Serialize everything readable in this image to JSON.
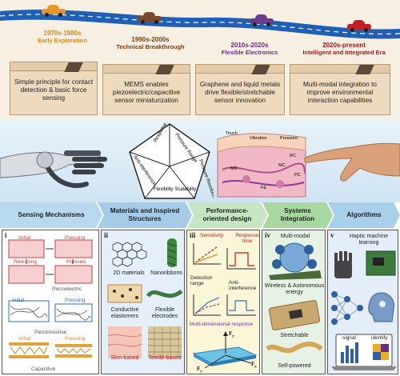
{
  "timeline": {
    "eras": [
      {
        "years": "1970s-1980s",
        "label": "Early Exploration",
        "color": "#d98a1a"
      },
      {
        "years": "1990s-2000s",
        "label": "Technical Breakthrough",
        "color": "#7a3e0a"
      },
      {
        "years": "2010s-2020s",
        "label": "Flexible Electronics",
        "color": "#6a2c8a"
      },
      {
        "years": "2020s-present",
        "label": "Intelligent and Integrated Era",
        "color": "#b0161a"
      }
    ],
    "boxes": [
      "Simple principle for contact detection & basic force sensing",
      "MEMS enables piezoelectric/capacitive sensor miniaturization",
      "Graphene and liquid metals drive flexible/stretchable sensor innovation",
      "Multi-modal integration to improve environmental interaction capabilities"
    ]
  },
  "pentagon": {
    "labels": [
      "Response Speed",
      "Pressure Range",
      "Pressure Resolution",
      "Flexibility Scalability",
      "Anti-interference"
    ]
  },
  "skin": {
    "labels": [
      "Touch",
      "Vibration",
      "Pressure",
      "MD",
      "RC",
      "MC",
      "PC",
      "FE"
    ]
  },
  "categories": [
    {
      "label": "Sensing Mechanisms",
      "color": "#b9d9ef"
    },
    {
      "label": "Materials and Inspired Structures",
      "color": "#a6cbe7"
    },
    {
      "label": "Performance-oriented design",
      "color": "#c5e6c0"
    },
    {
      "label": "Systems Integration",
      "color": "#a8d8a0"
    },
    {
      "label": "Algorithms",
      "color": "#a9d0ea"
    }
  ],
  "panels": {
    "i": {
      "numeral": "i",
      "initial_1": "Initial",
      "pressing_1": "Pressing",
      "releasing": "Releasing",
      "pressed": "Pressed",
      "caption_1": "Piezoelectric",
      "initial_2": "Initial",
      "pressing_2": "Pressing",
      "caption_2": "Piezoresistive",
      "initial_3": "Initial",
      "pressing_3": "Pressing",
      "caption_3": "Capacitive"
    },
    "ii": {
      "numeral": "ii",
      "labels": [
        "2D materials",
        "Nanoribbons",
        "Conductive elastomers",
        "Flexible electrodes",
        "Skin-based",
        "Textile-based"
      ]
    },
    "iii": {
      "numeral": "iii",
      "labels": [
        "Sensitivity",
        "Response time",
        "Detection range",
        "Anti-interference",
        "Multi-dimensional response"
      ],
      "fz": "F",
      "fz_sub": "z",
      "fx": "F",
      "fx_sub": "x",
      "fy": "F",
      "fy_sub": "y"
    },
    "iv": {
      "numeral": "iv",
      "labels": [
        "Multi-modal",
        "Wireless & Autonomous energy",
        "Stretchable",
        "Self-powered"
      ]
    },
    "v": {
      "numeral": "v",
      "labels": [
        "Haptic machine learning",
        "signal",
        "identify"
      ]
    }
  }
}
